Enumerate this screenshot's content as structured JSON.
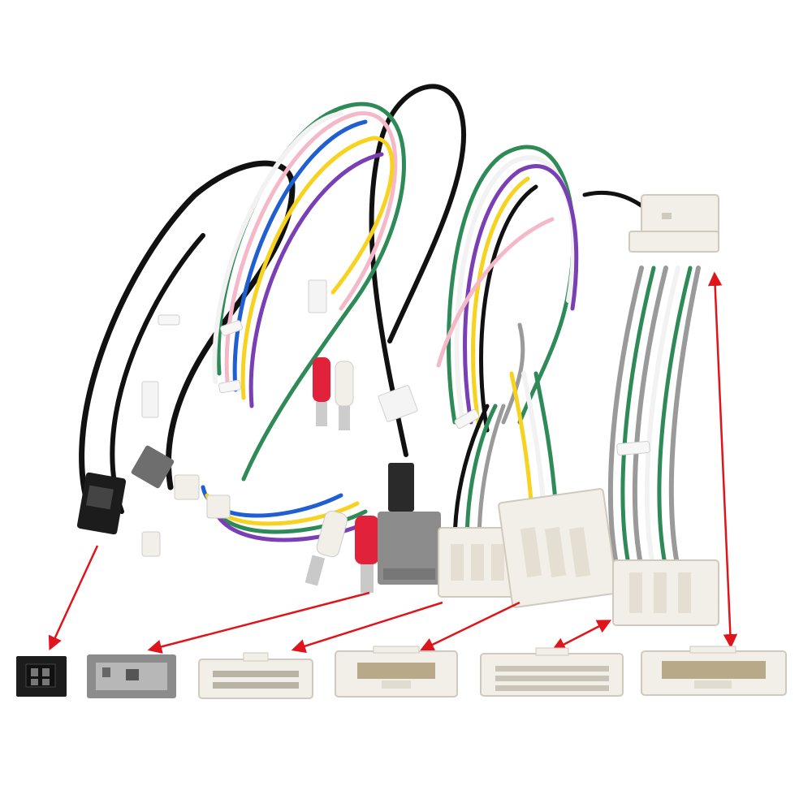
{
  "image": {
    "background": "#ffffff",
    "subject": "car-stereo-wiring-harness",
    "arrow_color": "#e0141b",
    "wire_colors": [
      "#111111",
      "#f2f2f2",
      "#2e8b57",
      "#7b3fb5",
      "#f7d21e",
      "#f5b8c8",
      "#1f5fd1",
      "#e23b3b",
      "#9a9a9a",
      "#ff8c1a"
    ],
    "connector_colors": {
      "white": "#f1efe8",
      "grey": "#8c8c8c",
      "black": "#1c1c1c",
      "red": "#e2223b"
    }
  },
  "connectors_bottom": [
    {
      "kind": "black-4pin"
    },
    {
      "kind": "grey-antenna"
    },
    {
      "kind": "white-24pin"
    },
    {
      "kind": "white-28pin"
    },
    {
      "kind": "white-32pin"
    },
    {
      "kind": "white-40pin"
    }
  ]
}
